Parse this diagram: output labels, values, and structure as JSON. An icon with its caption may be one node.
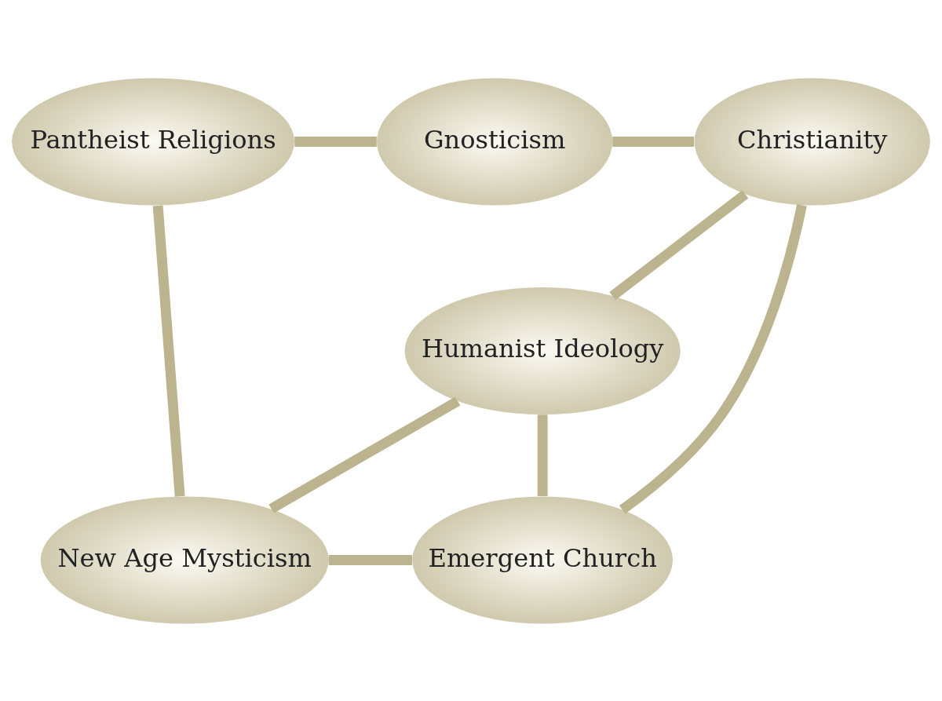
{
  "diagram": {
    "nodes": [
      {
        "text": [
          "Pantheist Religions"
        ]
      },
      {
        "text": [
          "Gnosticism"
        ]
      },
      {
        "text": [
          "Christianity"
        ]
      },
      {
        "text": [
          "Humanist Ideology"
        ]
      },
      {
        "text": [
          "New Age Mysticism"
        ]
      },
      {
        "text": [
          "Emergent Church"
        ]
      }
    ],
    "edges": [
      {
        "from": 0,
        "to": 1,
        "arrow": "none"
      },
      {
        "from": 1,
        "to": 2,
        "arrow": "none"
      },
      {
        "from": 0,
        "to": 4,
        "arrow": "none"
      },
      {
        "from": 2,
        "to": 3,
        "arrow": "none"
      },
      {
        "from": 2,
        "to": 5,
        "arrow": "none"
      },
      {
        "from": 3,
        "to": 4,
        "arrow": "none"
      },
      {
        "from": 3,
        "to": 5,
        "arrow": "none"
      },
      {
        "from": 4,
        "to": 5,
        "arrow": "none"
      }
    ]
  }
}
